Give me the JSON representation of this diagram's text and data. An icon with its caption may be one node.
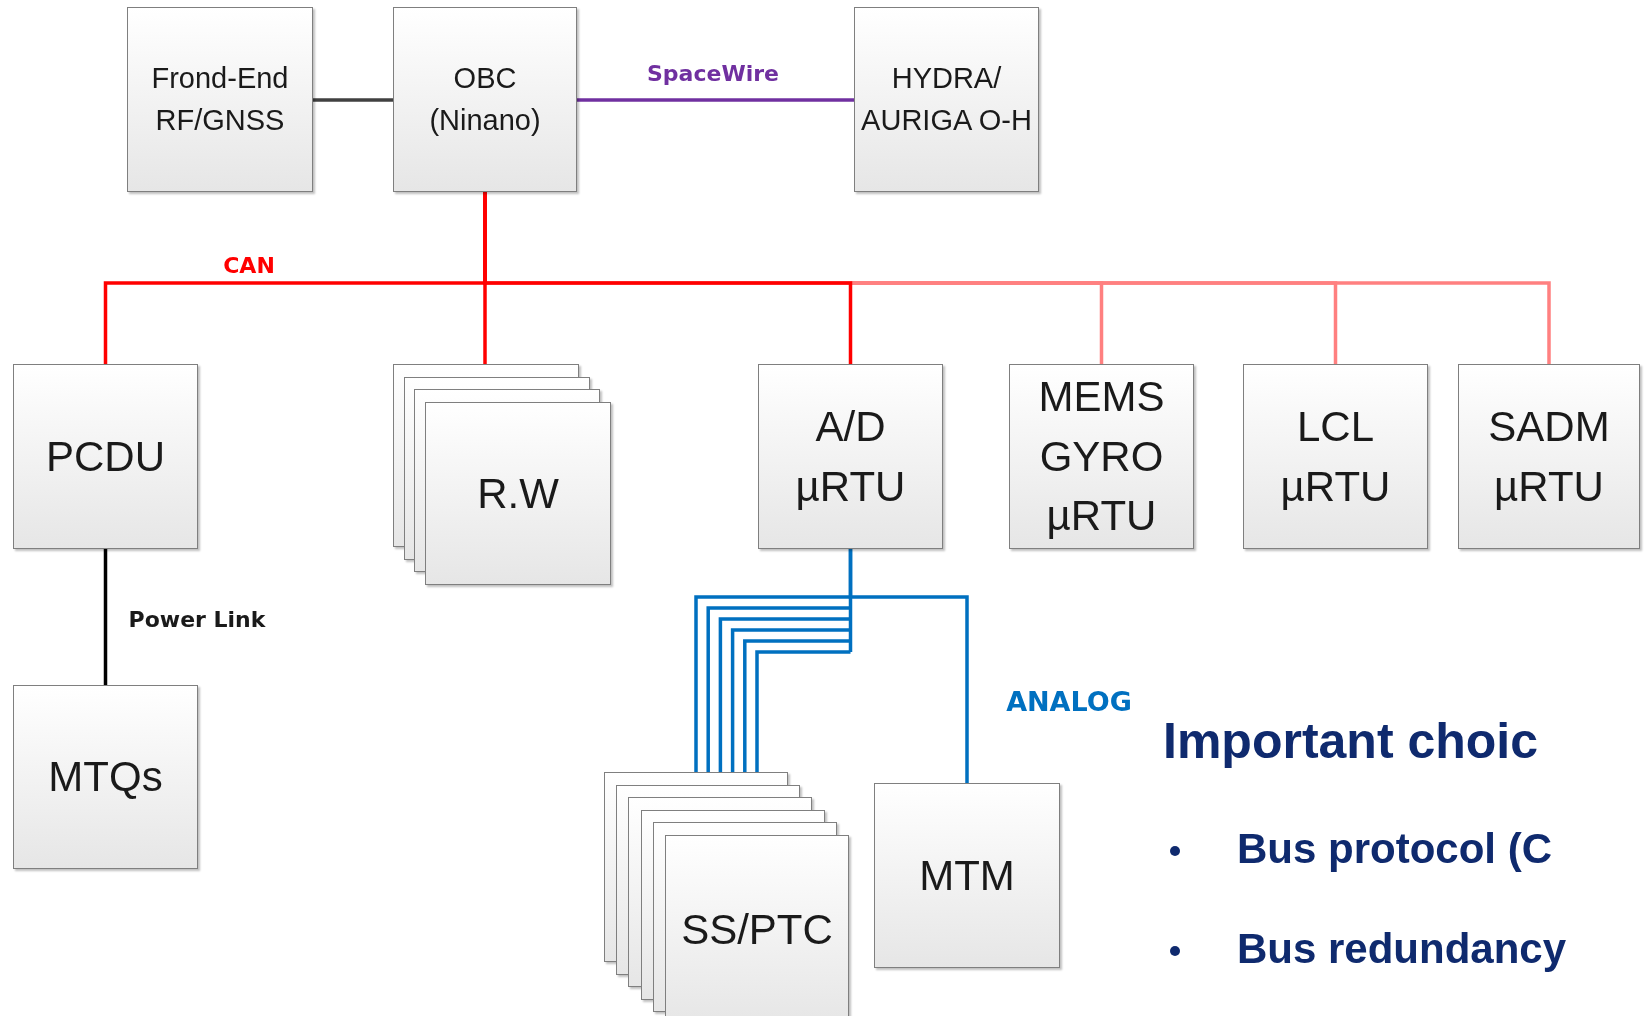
{
  "diagram": {
    "nodes": [
      {
        "text": [
          "Frond-End RF/GNSS"
        ]
      },
      {
        "text": [
          "OBC (Ninano)"
        ]
      },
      {
        "text": [
          "HYDRA/ AURIGA O-H"
        ]
      },
      {
        "text": [
          "PCDU"
        ]
      },
      {
        "text": [
          "R.W"
        ]
      },
      {
        "text": [
          "A/D µRTU"
        ]
      },
      {
        "text": [
          "MEMS GYRO µRTU"
        ]
      },
      {
        "text": [
          "LCL µRTU"
        ]
      },
      {
        "text": [
          "SADM µRTU"
        ]
      },
      {
        "text": [
          "MTQs"
        ]
      },
      {
        "text": [
          "SS/PTC"
        ]
      },
      {
        "text": [
          "MTM"
        ]
      }
    ],
    "edges": [
      {
        "from": 0,
        "to": 1,
        "arrow": "none",
        "color": "#404040"
      },
      {
        "from": 1,
        "to": 2,
        "arrow": "none",
        "label": "SpaceWire",
        "color": "#7030a0"
      },
      {
        "from": 1,
        "to": 6,
        "arrow": "none",
        "color": "#ff8080"
      },
      {
        "from": 1,
        "to": 7,
        "arrow": "none",
        "color": "#ff8080"
      },
      {
        "from": 1,
        "to": 8,
        "arrow": "none",
        "color": "#ff8080"
      },
      {
        "from": 1,
        "to": 3,
        "arrow": "none",
        "label": "CAN",
        "color": "#ff0000"
      },
      {
        "from": 1,
        "to": 4,
        "arrow": "none",
        "color": "#ff0000"
      },
      {
        "from": 1,
        "to": 5,
        "arrow": "none",
        "color": "#ff0000"
      },
      {
        "from": 3,
        "to": 9,
        "arrow": "none",
        "label": "Power Link",
        "color": "#000000"
      },
      {
        "from": 5,
        "to": 10,
        "arrow": "none",
        "color": "#0070c0"
      },
      {
        "from": 5,
        "to": 11,
        "arrow": "none",
        "label": "ANALOG",
        "color": "#0070c0"
      }
    ],
    "labels": [
      "Important choic",
      "Bus protocol (C",
      "Bus redundancy"
    ]
  }
}
